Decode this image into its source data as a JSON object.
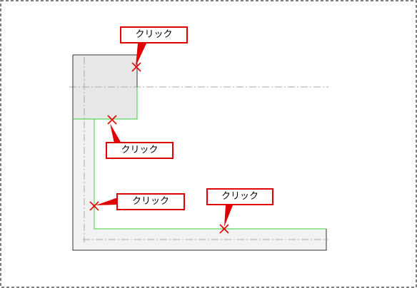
{
  "colors": {
    "frame": "#333333",
    "panel_fill": "#e8e8e8",
    "arm_fill": "#f2f2f2",
    "center_line": "#a8a8a8",
    "selection_line": "#3ccf3c",
    "marker": "#e00000",
    "callout_border": "#e00000",
    "outer_border": "#000000"
  },
  "icons": {
    "marker": "cross-mark-icon",
    "pointer": "callout-pointer"
  },
  "callouts": [
    {
      "label": "クリック"
    },
    {
      "label": "クリック"
    },
    {
      "label": "クリック"
    },
    {
      "label": "クリック"
    }
  ]
}
